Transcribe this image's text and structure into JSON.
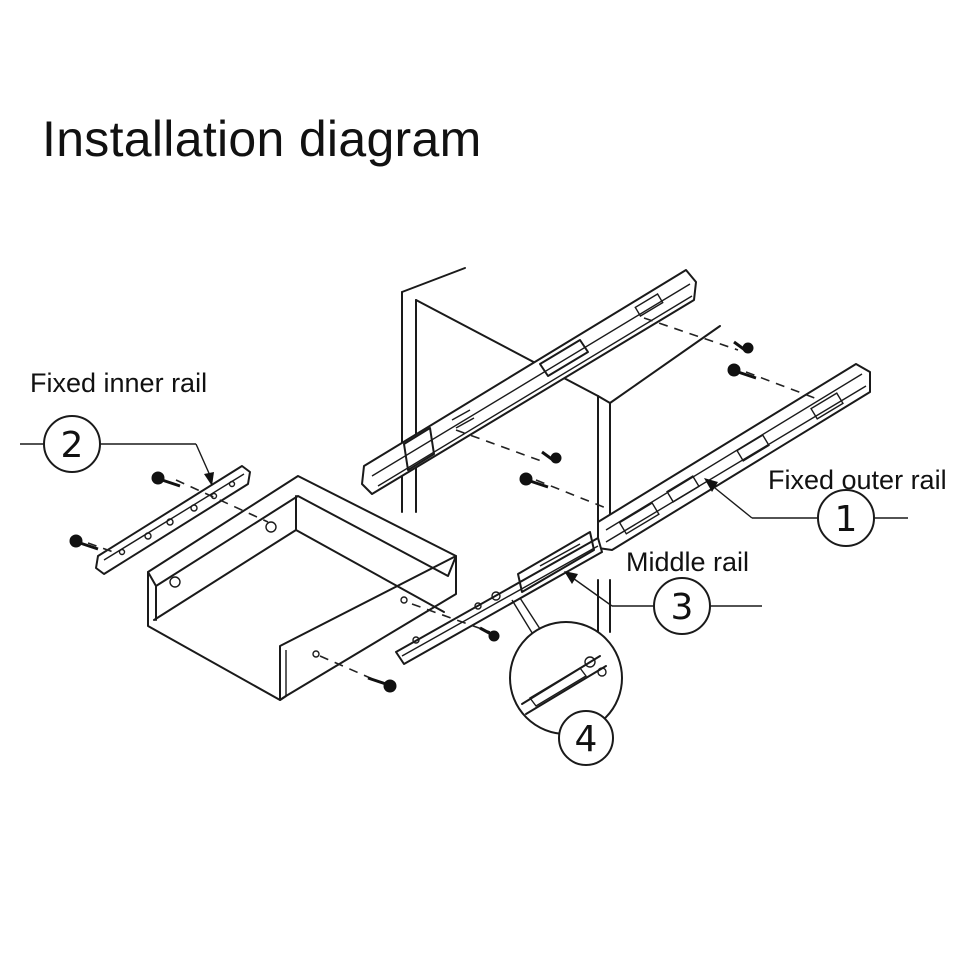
{
  "title": "Installation diagram",
  "labels": {
    "fixed_inner_rail": "Fixed inner rail",
    "fixed_outer_rail": "Fixed outer rail",
    "middle_rail": "Middle rail"
  },
  "callouts": {
    "c1": "1",
    "c2": "2",
    "c3": "3",
    "c4": "4"
  },
  "colors": {
    "line": "#1a1a1a",
    "background": "#ffffff"
  }
}
